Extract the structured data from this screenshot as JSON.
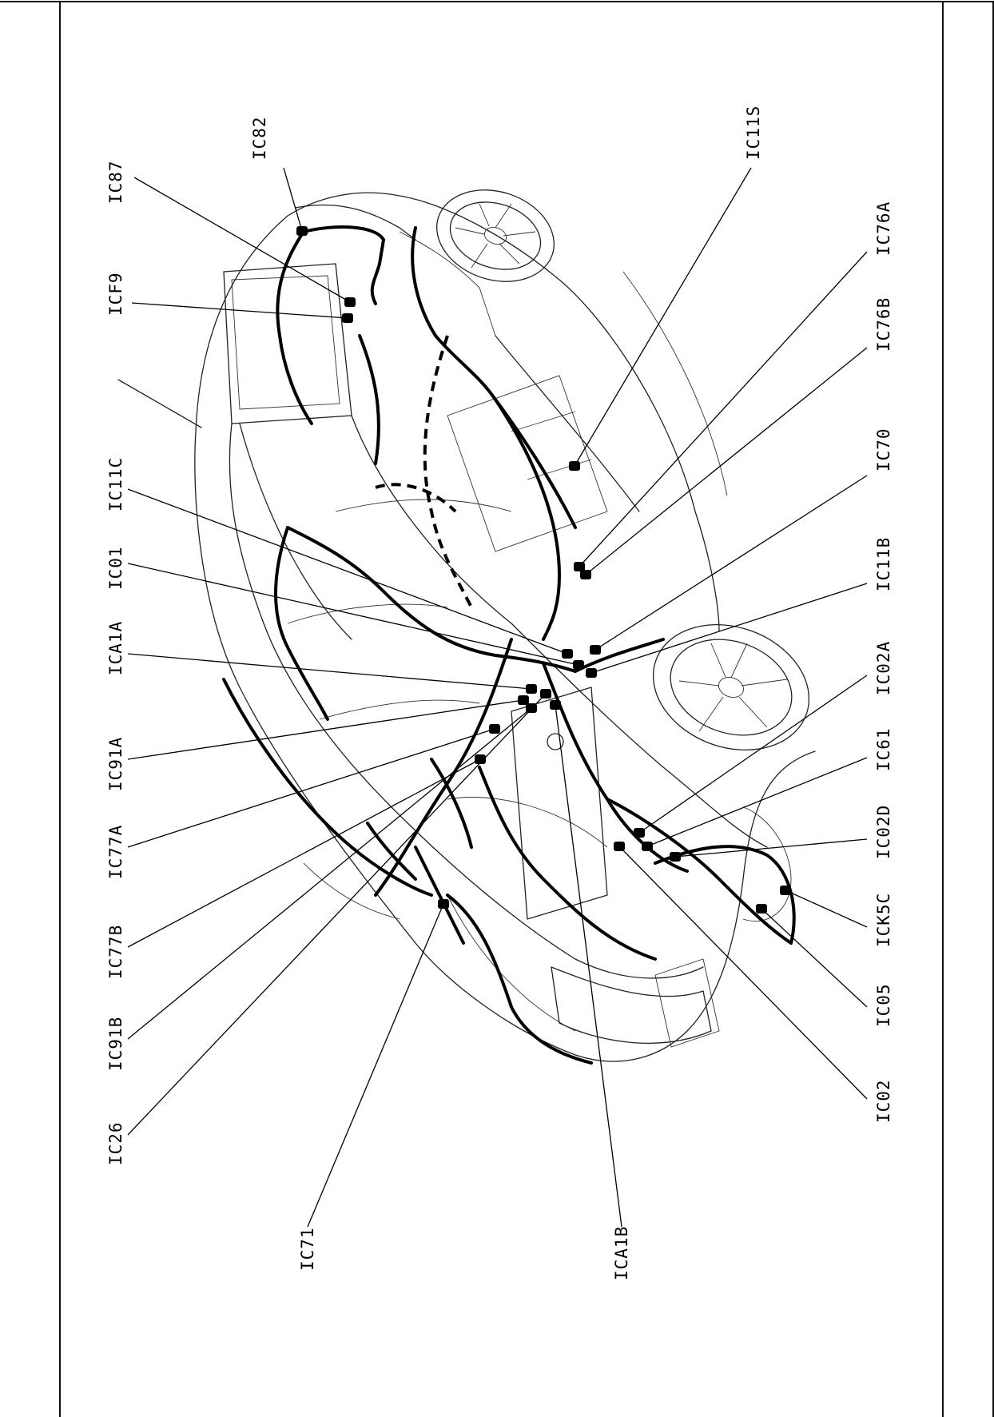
{
  "diagram": {
    "labels": {
      "ic82": "IC82",
      "ic87": "IC87",
      "icf9": "ICF9",
      "ic11c": "IC11C",
      "ic01": "IC01",
      "ica1a": "ICA1A",
      "ic91a": "IC91A",
      "ic77a": "IC77A",
      "ic77b": "IC77B",
      "ic91b": "IC91B",
      "ic26": "IC26",
      "ic71": "IC71",
      "ica1b": "ICA1B",
      "ic11s": "IC11S",
      "ic76a": "IC76A",
      "ic76b": "IC76B",
      "ic70": "IC70",
      "ic11b": "IC11B",
      "ic02a": "IC02A",
      "ic61": "IC61",
      "ic02d": "IC02D",
      "ick5c": "ICK5C",
      "ic05": "IC05",
      "ic02": "IC02"
    }
  }
}
